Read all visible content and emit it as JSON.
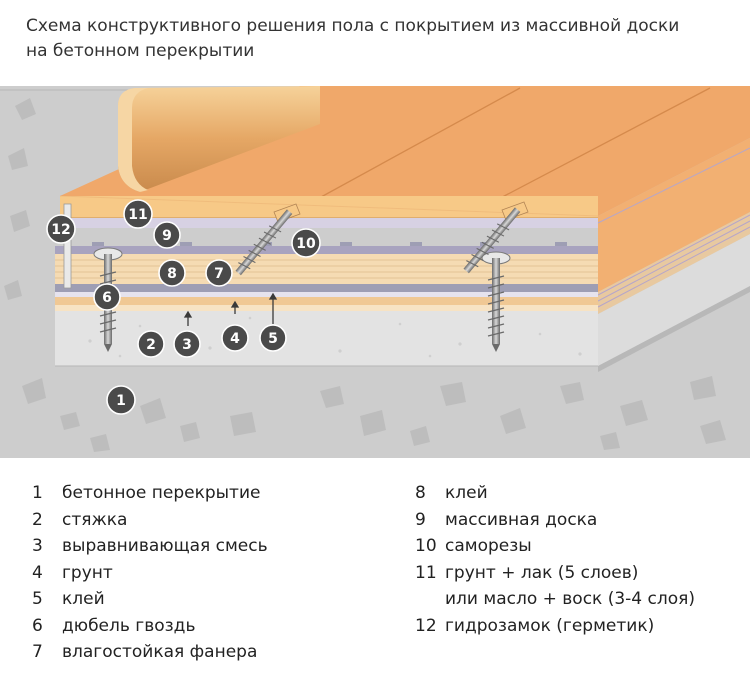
{
  "title": {
    "line1": "Схема конструктивного решения пола с покрытием из массивной доски",
    "line2": "на бетонном перекрытии"
  },
  "badges": [
    "1",
    "2",
    "3",
    "4",
    "5",
    "6",
    "7",
    "8",
    "9",
    "10",
    "11",
    "12"
  ],
  "legend_left": [
    {
      "num": "1",
      "text": "бетонное перекрытие"
    },
    {
      "num": "2",
      "text": "стяжка"
    },
    {
      "num": "3",
      "text": "выравнивающая смесь"
    },
    {
      "num": "4",
      "text": "грунт"
    },
    {
      "num": "5",
      "text": "клей"
    },
    {
      "num": "6",
      "text": "дюбель гвоздь"
    },
    {
      "num": "7",
      "text": "влагостойкая фанера"
    }
  ],
  "legend_right": [
    {
      "num": "8",
      "text": "клей"
    },
    {
      "num": "9",
      "text": "массивная доска"
    },
    {
      "num": "10",
      "text": "саморезы"
    },
    {
      "num": "11",
      "text": "грунт + лак (5 слоев)",
      "cont": "или масло + воск (3-4 слоя)"
    },
    {
      "num": "12",
      "text": "гидрозамок (герметик)"
    }
  ],
  "colors": {
    "concrete": "#cdcdcd",
    "screed": "#e3e3e3",
    "board_top": "#f0a86a",
    "board_front": "#f7c987",
    "plywood": "#f5dbb3",
    "glue": "#9e9eb4",
    "badge": "#4a4a4a"
  }
}
